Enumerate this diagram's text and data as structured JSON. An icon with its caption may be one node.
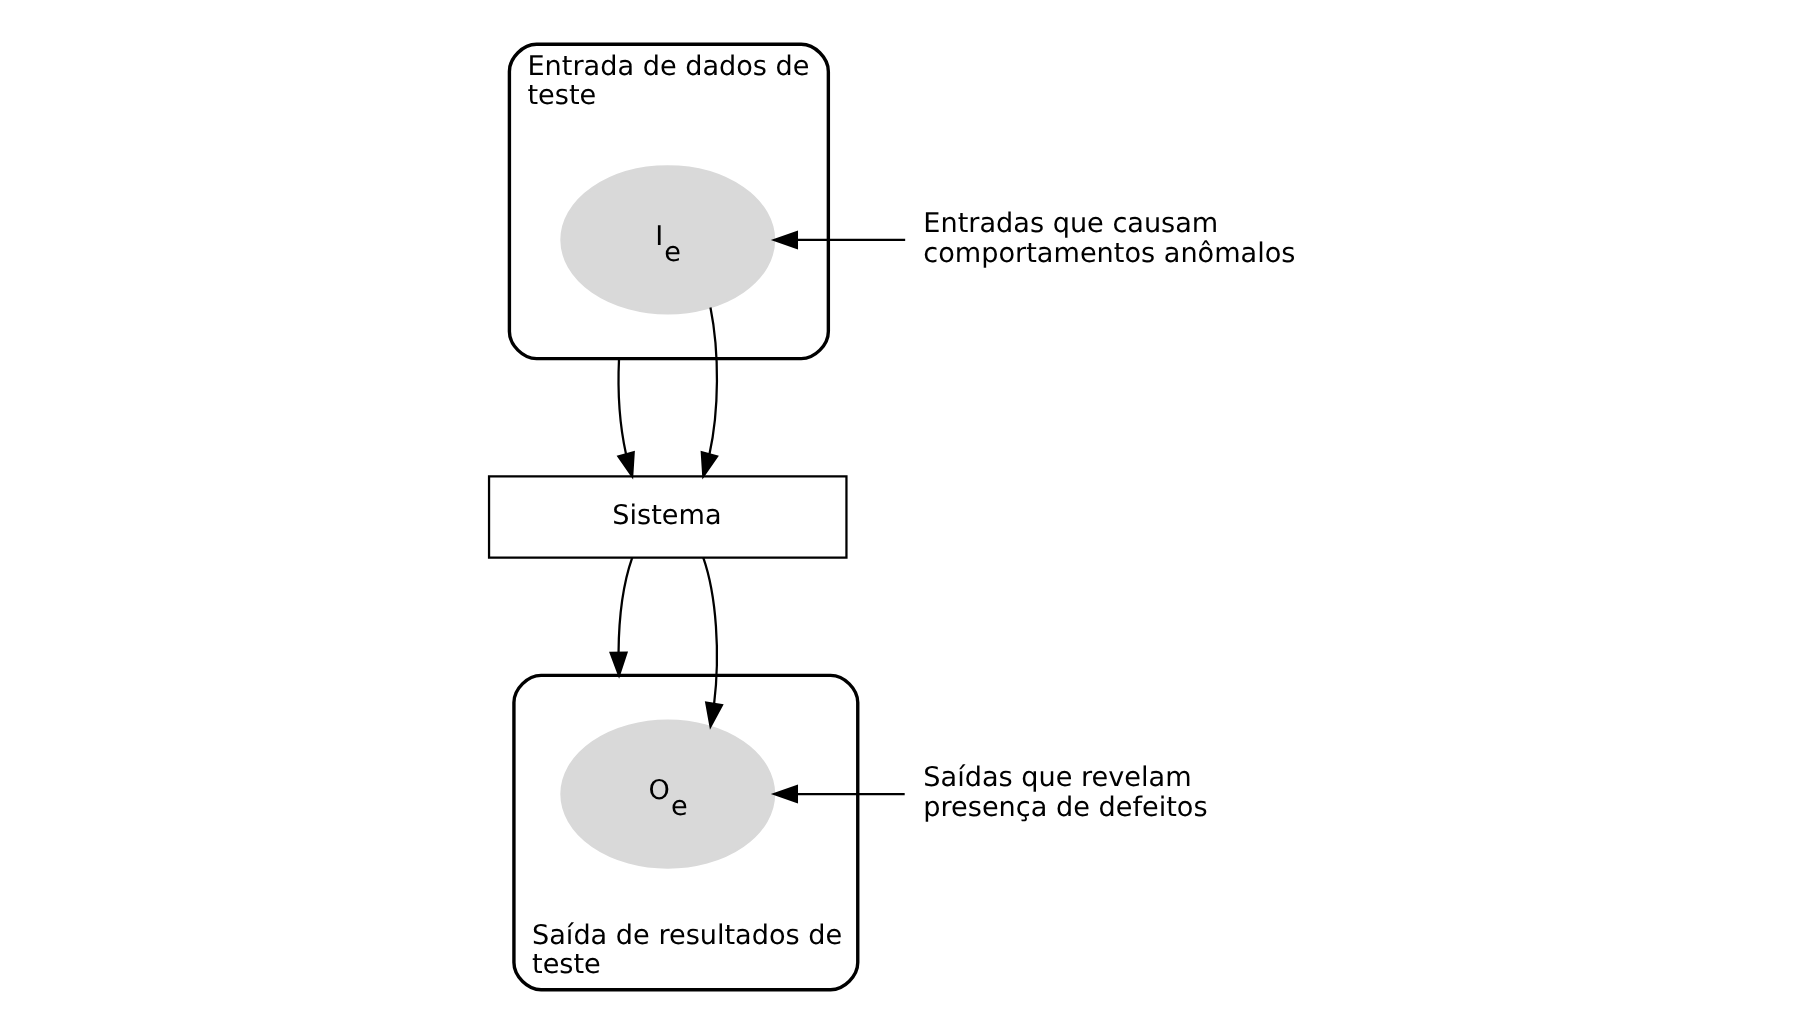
{
  "diagram": {
    "nodes": [
      {
        "text": [
          "Entrada de dados de teste"
        ]
      },
      {
        "text": [
          "I$_{e}$"
        ],
        "in": 0
      },
      {
        "text": [
          "Entradas que causam comportamentos anômalos"
        ]
      },
      {
        "text": [
          "Sistema"
        ]
      },
      {
        "text": [
          "Saída de resultados de teste"
        ]
      },
      {
        "text": [
          "O$_{e}$"
        ],
        "in": 4
      },
      {
        "text": [
          "Saídas que revelam presença de defeitos"
        ]
      }
    ],
    "edges": [
      {
        "from": 2,
        "to": 1,
        "arrow": "to"
      },
      {
        "from": 0,
        "to": 3,
        "arrow": "to"
      },
      {
        "from": 1,
        "to": 3,
        "arrow": "to"
      },
      {
        "from": 3,
        "to": 4,
        "arrow": "to"
      },
      {
        "from": 3,
        "to": 5,
        "arrow": "to"
      },
      {
        "from": 6,
        "to": 5,
        "arrow": "to"
      }
    ]
  }
}
